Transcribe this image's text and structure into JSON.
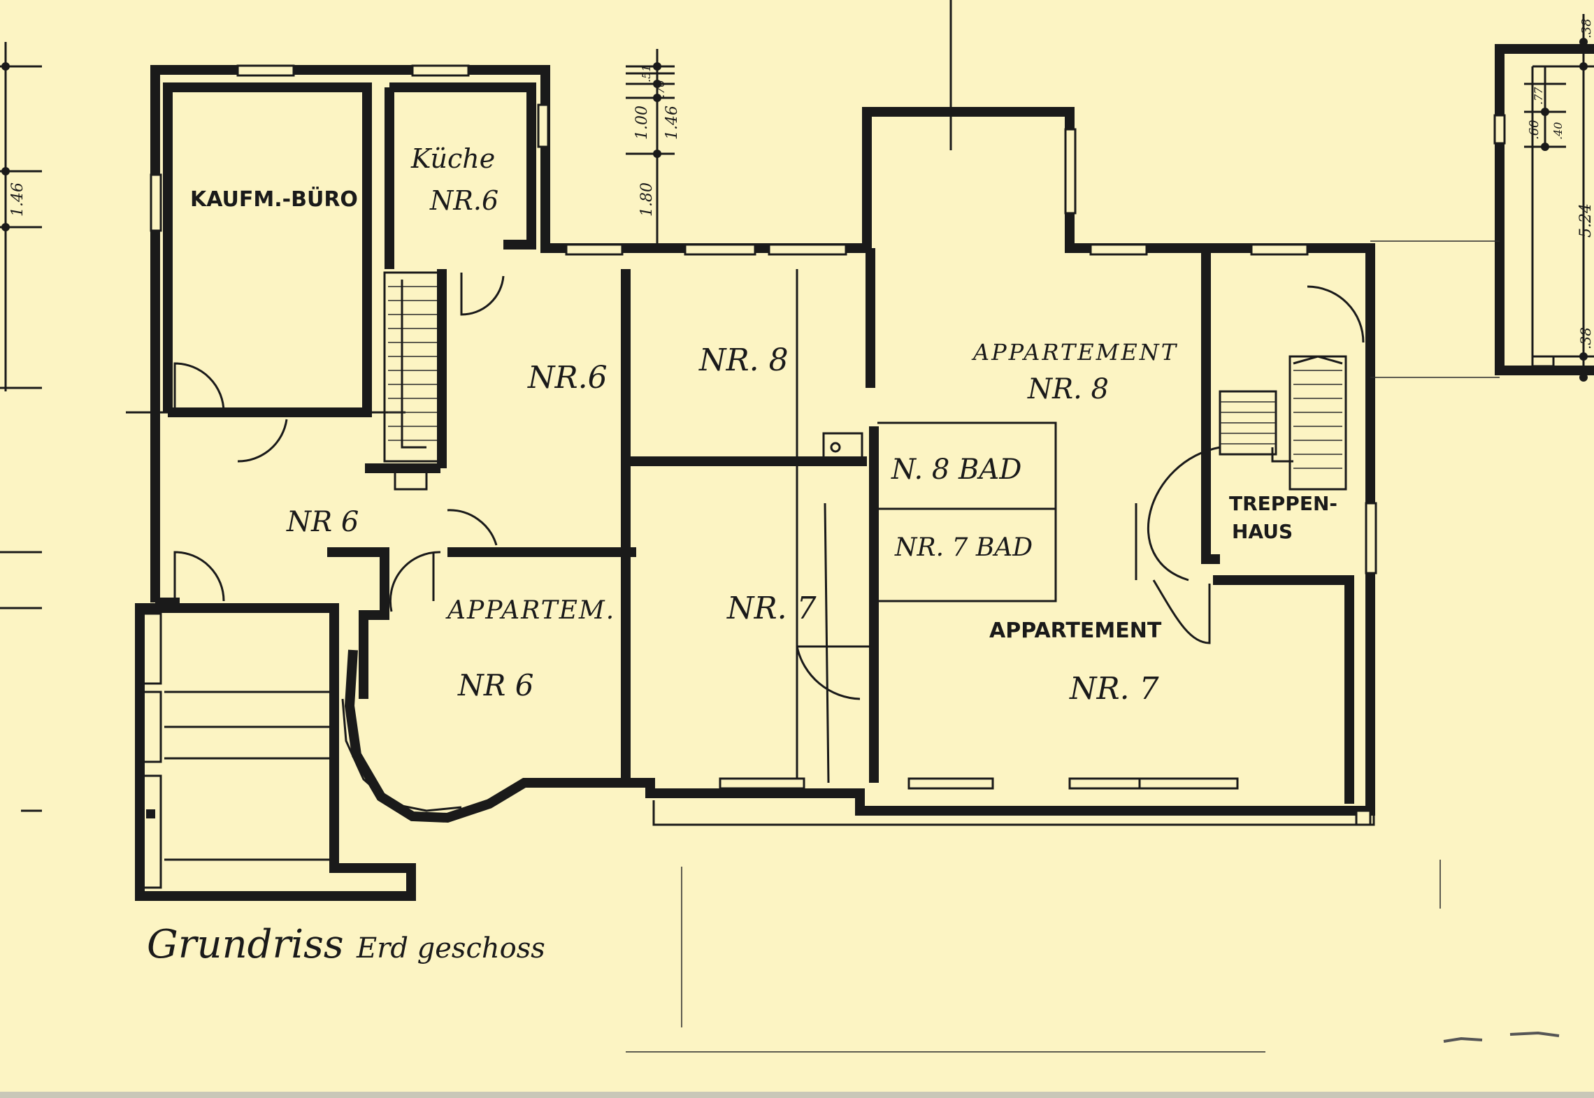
{
  "title": "Grundriss",
  "subtitle": "Erd geschoss",
  "rooms": {
    "kaufm_buero": "KAUFM.-BÜRO",
    "kueche": "Küche",
    "kueche_nr": "NR.6",
    "nr6_upper": "NR.6",
    "nr8_upper": "NR. 8",
    "appartement_8": "APPARTEMENT",
    "appartement_8_nr": "NR. 8",
    "nr8_bad": "N. 8  BAD",
    "nr7_bad": "NR. 7  BAD",
    "nr6_hall": "NR 6",
    "appartem_6": "APPARTEM.",
    "appartem_6_nr": "NR 6",
    "nr7_mid": "NR. 7",
    "appartement_7": "APPARTEMENT",
    "appartement_7_nr": "NR. 7",
    "treppenhaus_1": "TREPPEN-",
    "treppenhaus_2": "HAUS"
  },
  "dimensions": {
    "left_146": "1.46",
    "d_100": "1.00",
    "d_146": "1.46",
    "d_180": "1.80",
    "d_small_a": ".51",
    "d_small_b": ".76",
    "right_60": ".60",
    "right_77": ".77",
    "right_40": ".40",
    "right_524": "5.24",
    "right_38": ".38",
    "right_top": ".38"
  }
}
